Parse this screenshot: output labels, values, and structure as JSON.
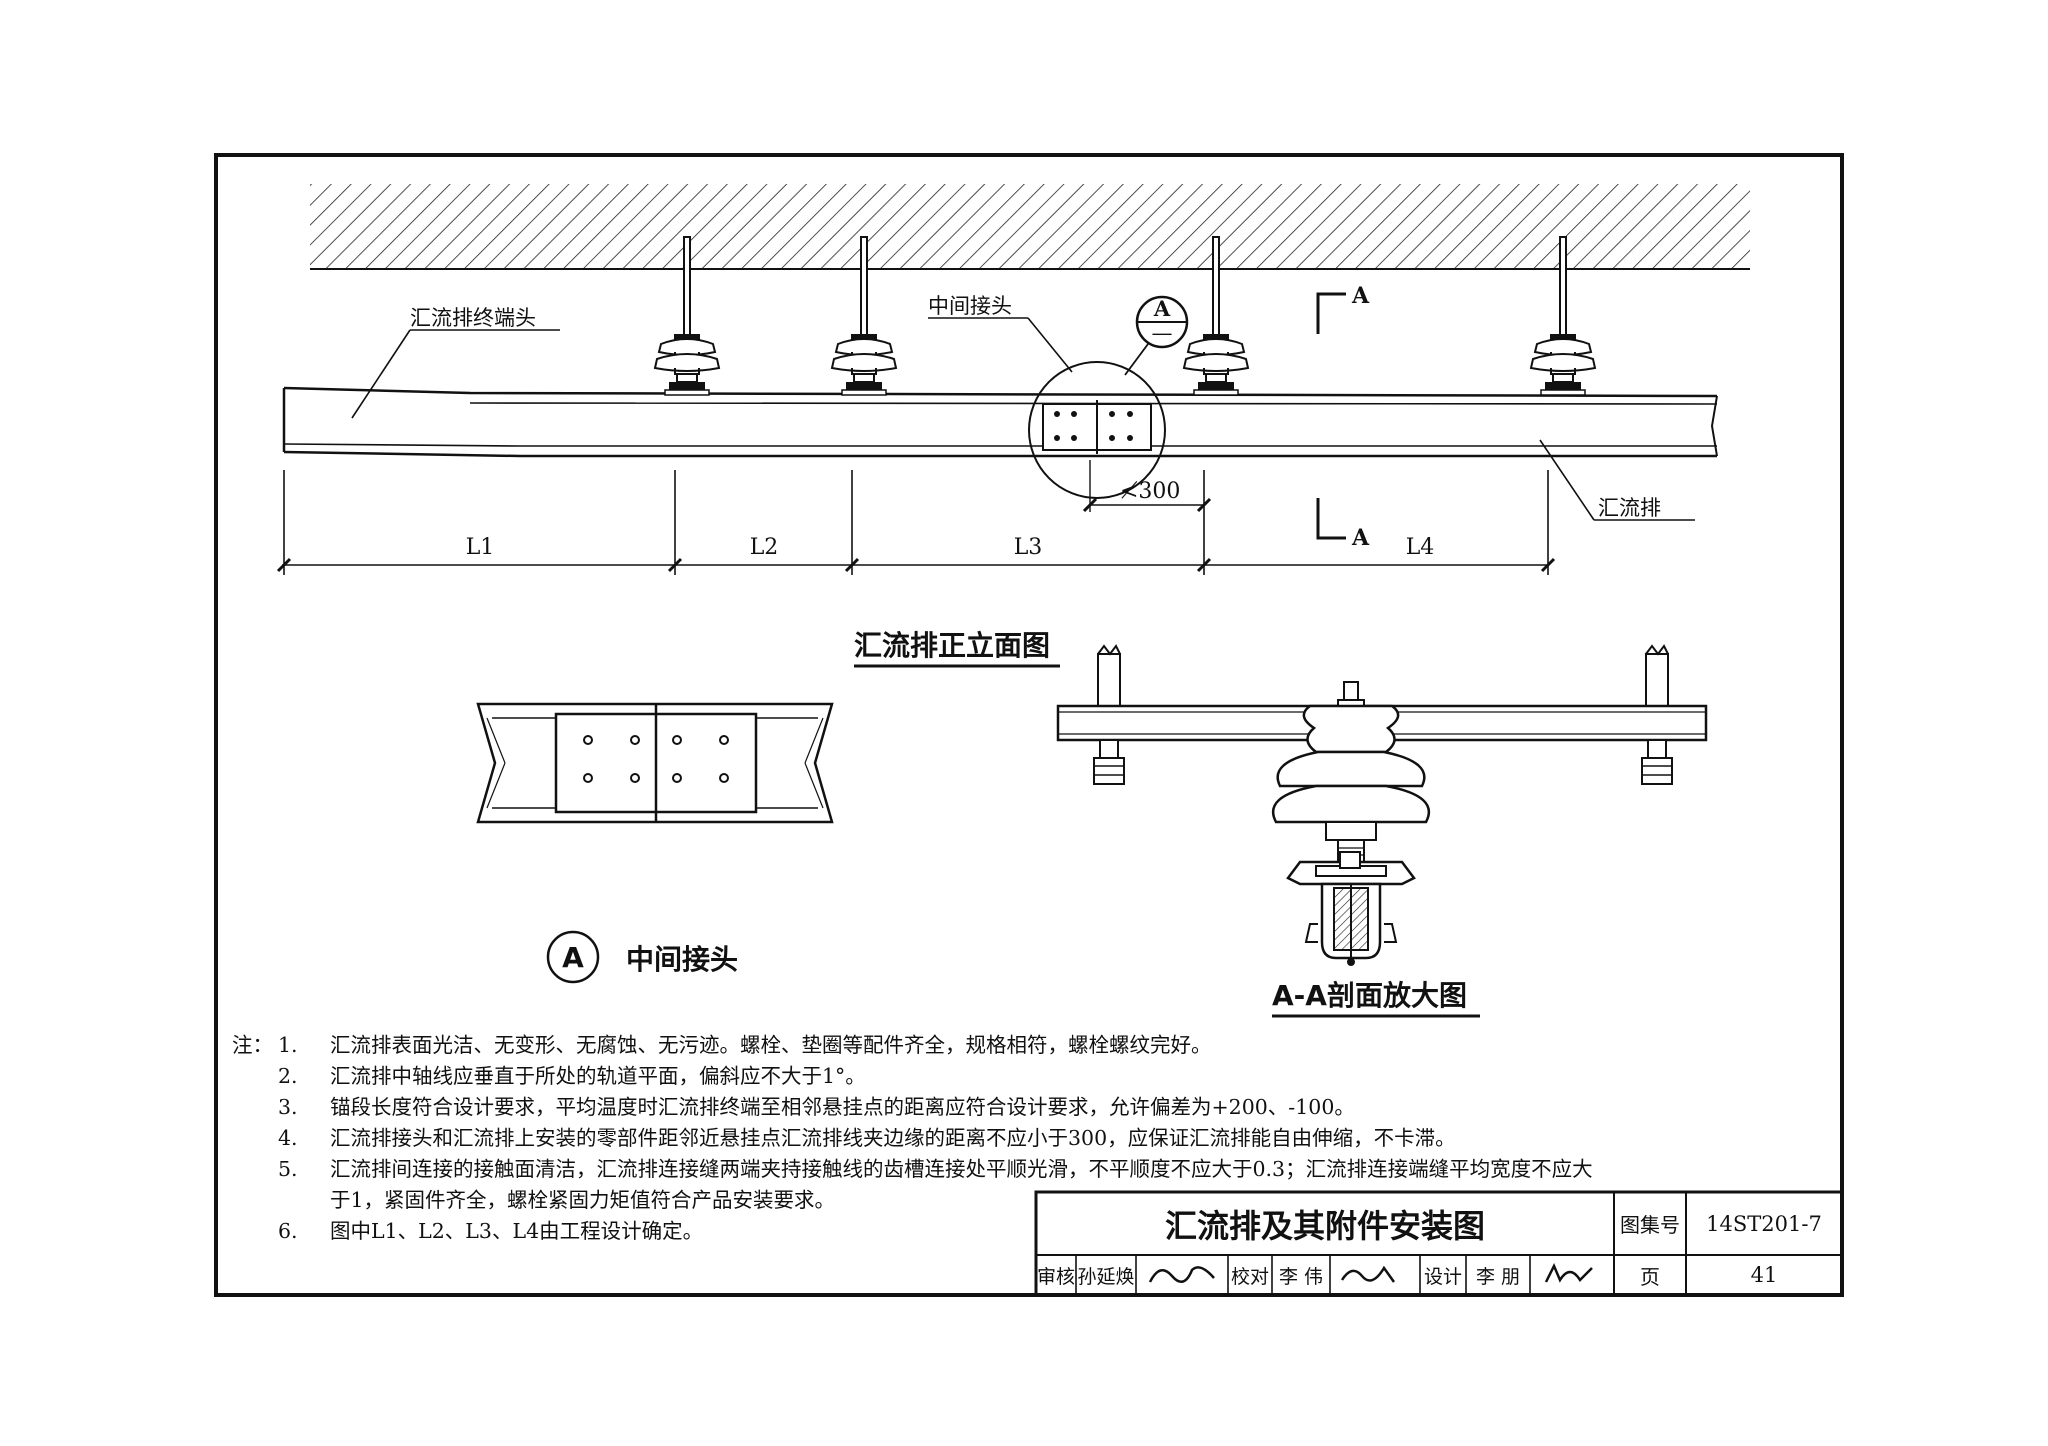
{
  "elevation": {
    "labels": {
      "end_joint": "汇流排终端头",
      "mid_joint": "中间接头",
      "busbar": "汇流排",
      "detail_mark": "A",
      "detail_sub": "—",
      "section_a_top": "A",
      "section_a_bottom": "A",
      "dim_300": "≮300"
    },
    "spans": [
      "L1",
      "L2",
      "L3",
      "L4"
    ],
    "caption": "汇流排正立面图"
  },
  "detail": {
    "mark": "A",
    "caption": "中间接头"
  },
  "section": {
    "caption": "A-A剖面放大图"
  },
  "notes": {
    "prefix": "注：",
    "items": [
      {
        "num": "1.",
        "text": "汇流排表面光洁、无变形、无腐蚀、无污迹。螺栓、垫圈等配件齐全，规格相符，螺栓螺纹完好。"
      },
      {
        "num": "2.",
        "text": "汇流排中轴线应垂直于所处的轨道平面，偏斜应不大于1°。"
      },
      {
        "num": "3.",
        "text": "锚段长度符合设计要求，平均温度时汇流排终端至相邻悬挂点的距离应符合设计要求，允许偏差为+200、-100。"
      },
      {
        "num": "4.",
        "text": "汇流排接头和汇流排上安装的零部件距邻近悬挂点汇流排线夹边缘的距离不应小于300，应保证汇流排能自由伸缩，不卡滞。"
      },
      {
        "num": "5.",
        "text": "汇流排间连接的接触面清洁，汇流排连接缝两端夹持接触线的齿槽连接处平顺光滑，不平顺度不应大于0.3；汇流排连接端缝平均宽度不应大"
      },
      {
        "num": "",
        "text": "于1，紧固件齐全，螺栓紧固力矩值符合产品安装要求。"
      },
      {
        "num": "6.",
        "text": "图中L1、L2、L3、L4由工程设计确定。"
      }
    ]
  },
  "title_block": {
    "title": "汇流排及其附件安装图",
    "atlas_label": "图集号",
    "atlas_no": "14ST201-7",
    "page_label": "页",
    "page_no": "41",
    "review_label": "审核",
    "review_name": "孙延焕",
    "check_label": "校对",
    "check_name": "李 伟",
    "design_label": "设计",
    "design_name": "李 朋"
  }
}
